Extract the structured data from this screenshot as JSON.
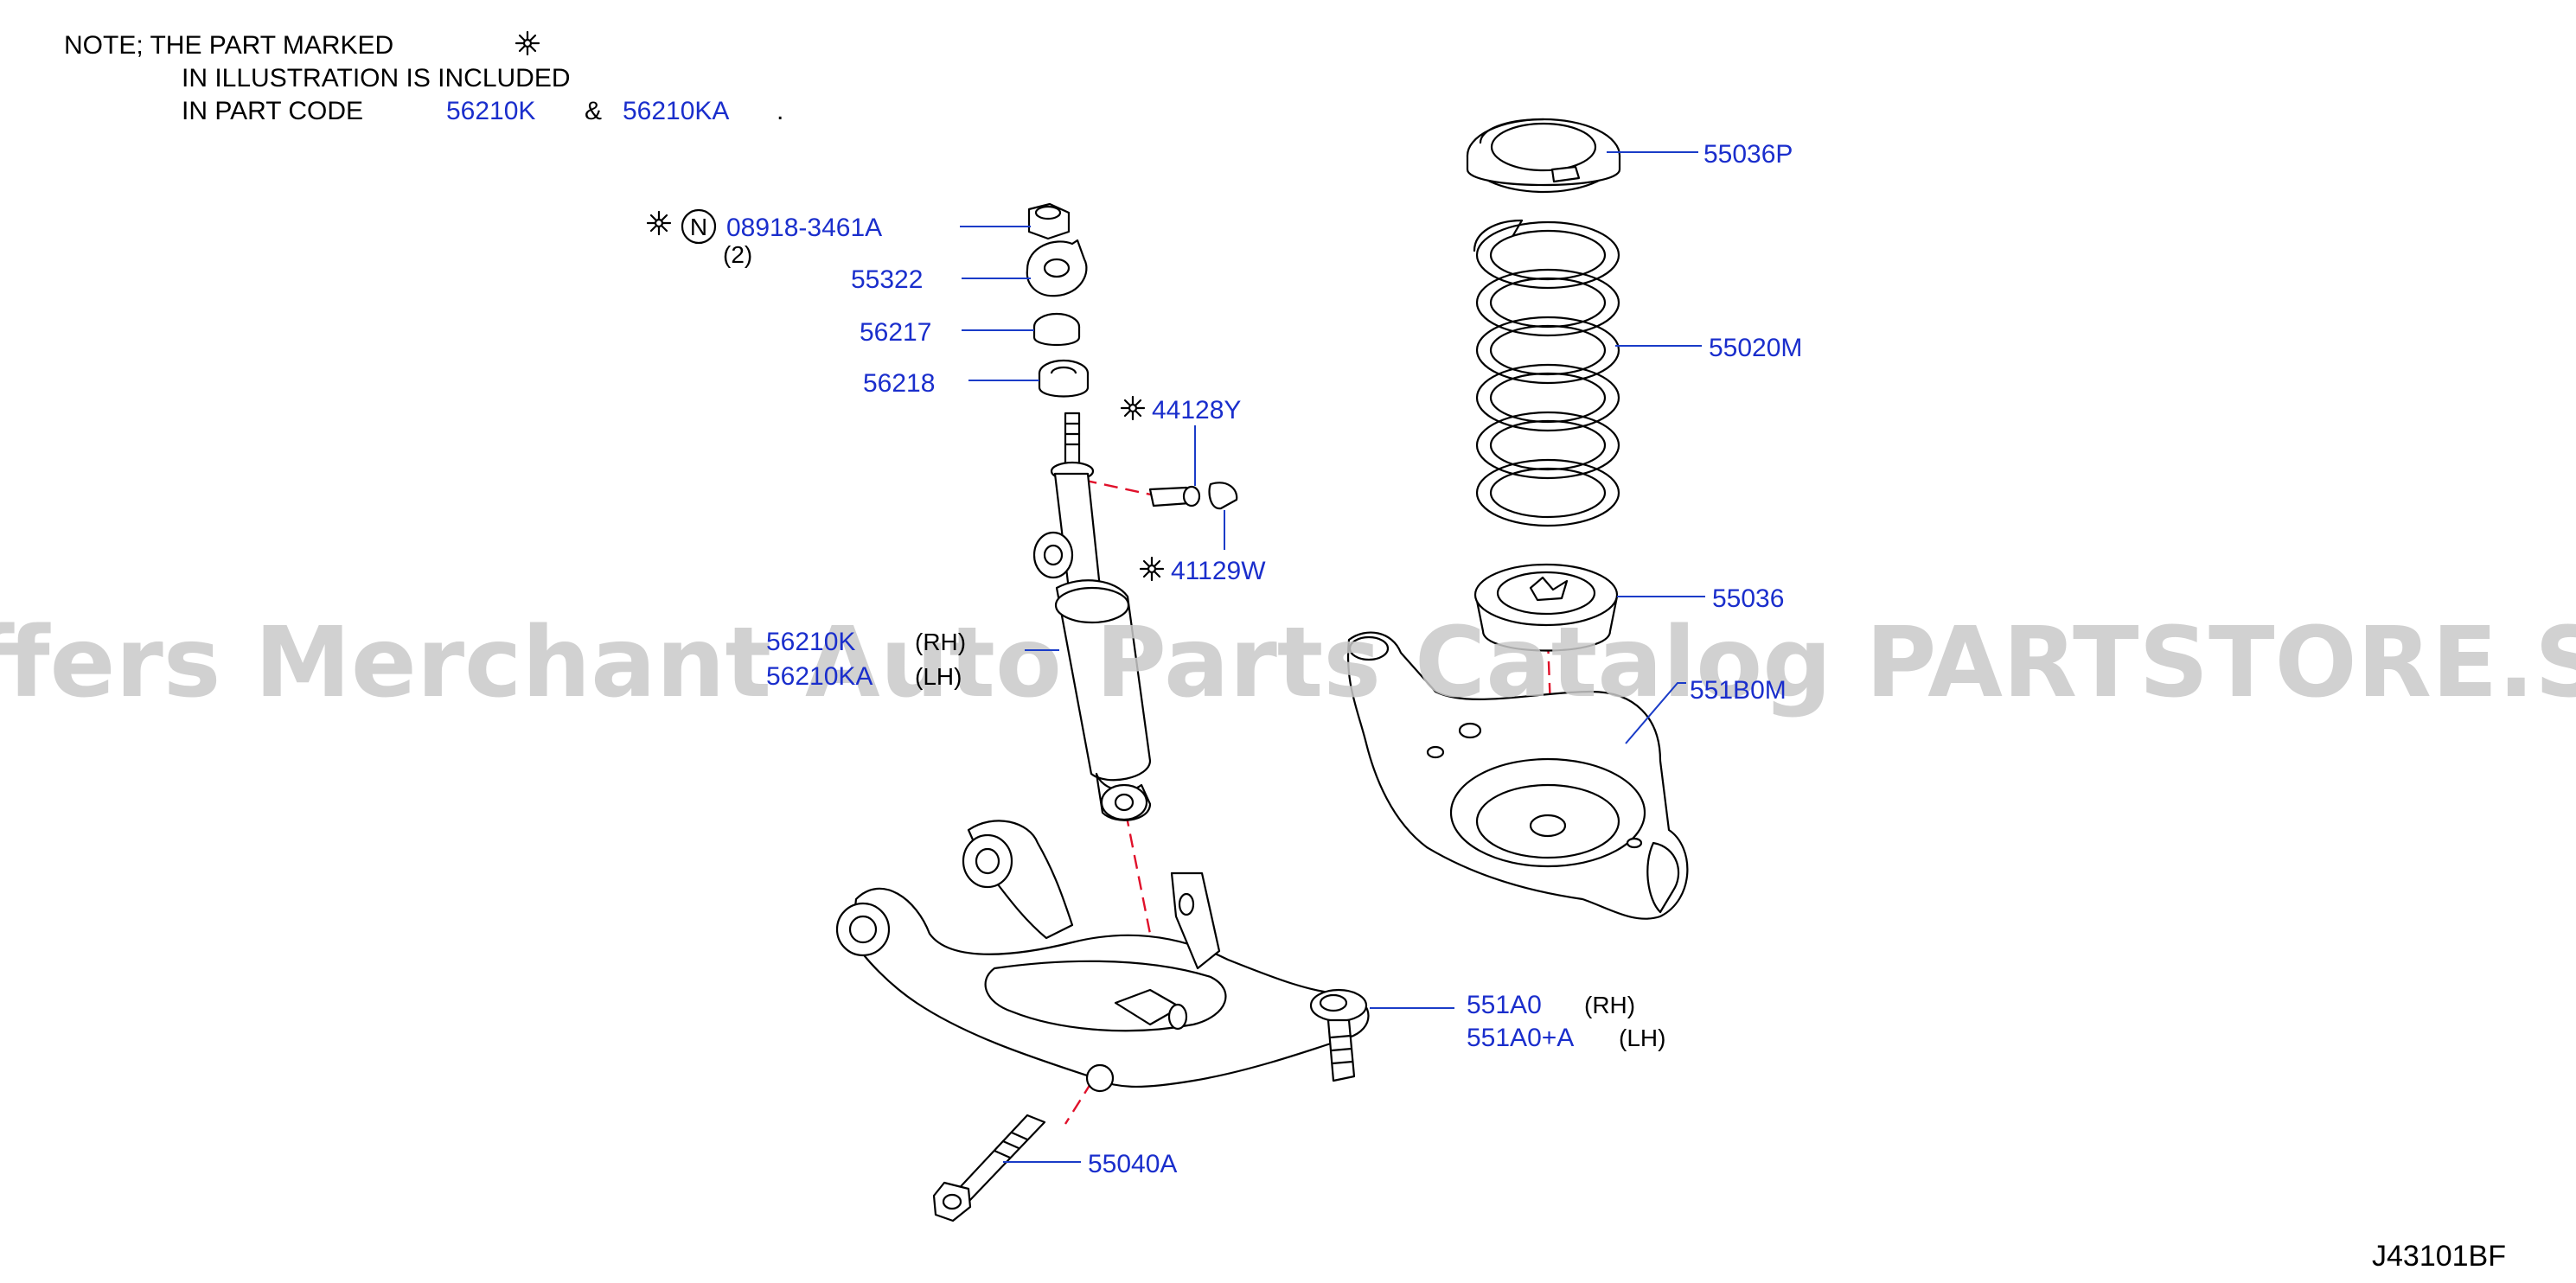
{
  "note": {
    "line1_prefix": "NOTE;   THE   PART   MARKED",
    "line2": "IN   ILLUSTRATION   IS   INCLUDED",
    "line3_prefix": "IN   PART   CODE",
    "code_a": "56210K",
    "ampersand": "&",
    "code_b": "56210KA",
    "period": "."
  },
  "marker_icon": "snowflake-asterisk-icon",
  "colors": {
    "part_code": "#1a2ecc",
    "leader_line": "#1a3cc8",
    "center_axis": "#e0102a",
    "line_art": "#000000",
    "watermark": "#c9c9c9"
  },
  "callouts": {
    "nut": {
      "badge": "N",
      "code": "08918-3461A",
      "qty": "(2)"
    },
    "insulator": {
      "code": "55322"
    },
    "bushing_upper": {
      "code": "56217"
    },
    "bushing_lower": {
      "code": "56218"
    },
    "bolt_upper": {
      "code": "44128Y"
    },
    "cap": {
      "code": "41129W"
    },
    "shock_absorber": {
      "code_rh": "56210K",
      "qual_rh": "(RH)",
      "code_lh": "56210KA",
      "qual_lh": "(LH)"
    },
    "upper_seat": {
      "code": "55036P"
    },
    "coil_spring": {
      "code": "55020M"
    },
    "lower_seat": {
      "code": "55036"
    },
    "spring_arm": {
      "code": "551B0M"
    },
    "lower_link": {
      "code_rh": "551A0",
      "qual_rh": "(RH)",
      "code_lh": "551A0+A",
      "qual_lh": "(LH)"
    },
    "link_bolt": {
      "code": "55040A"
    }
  },
  "watermark": "Offers Merchant Auto Parts Catalog PARTSTORE.SA",
  "diagram_ref": "J43101BF"
}
